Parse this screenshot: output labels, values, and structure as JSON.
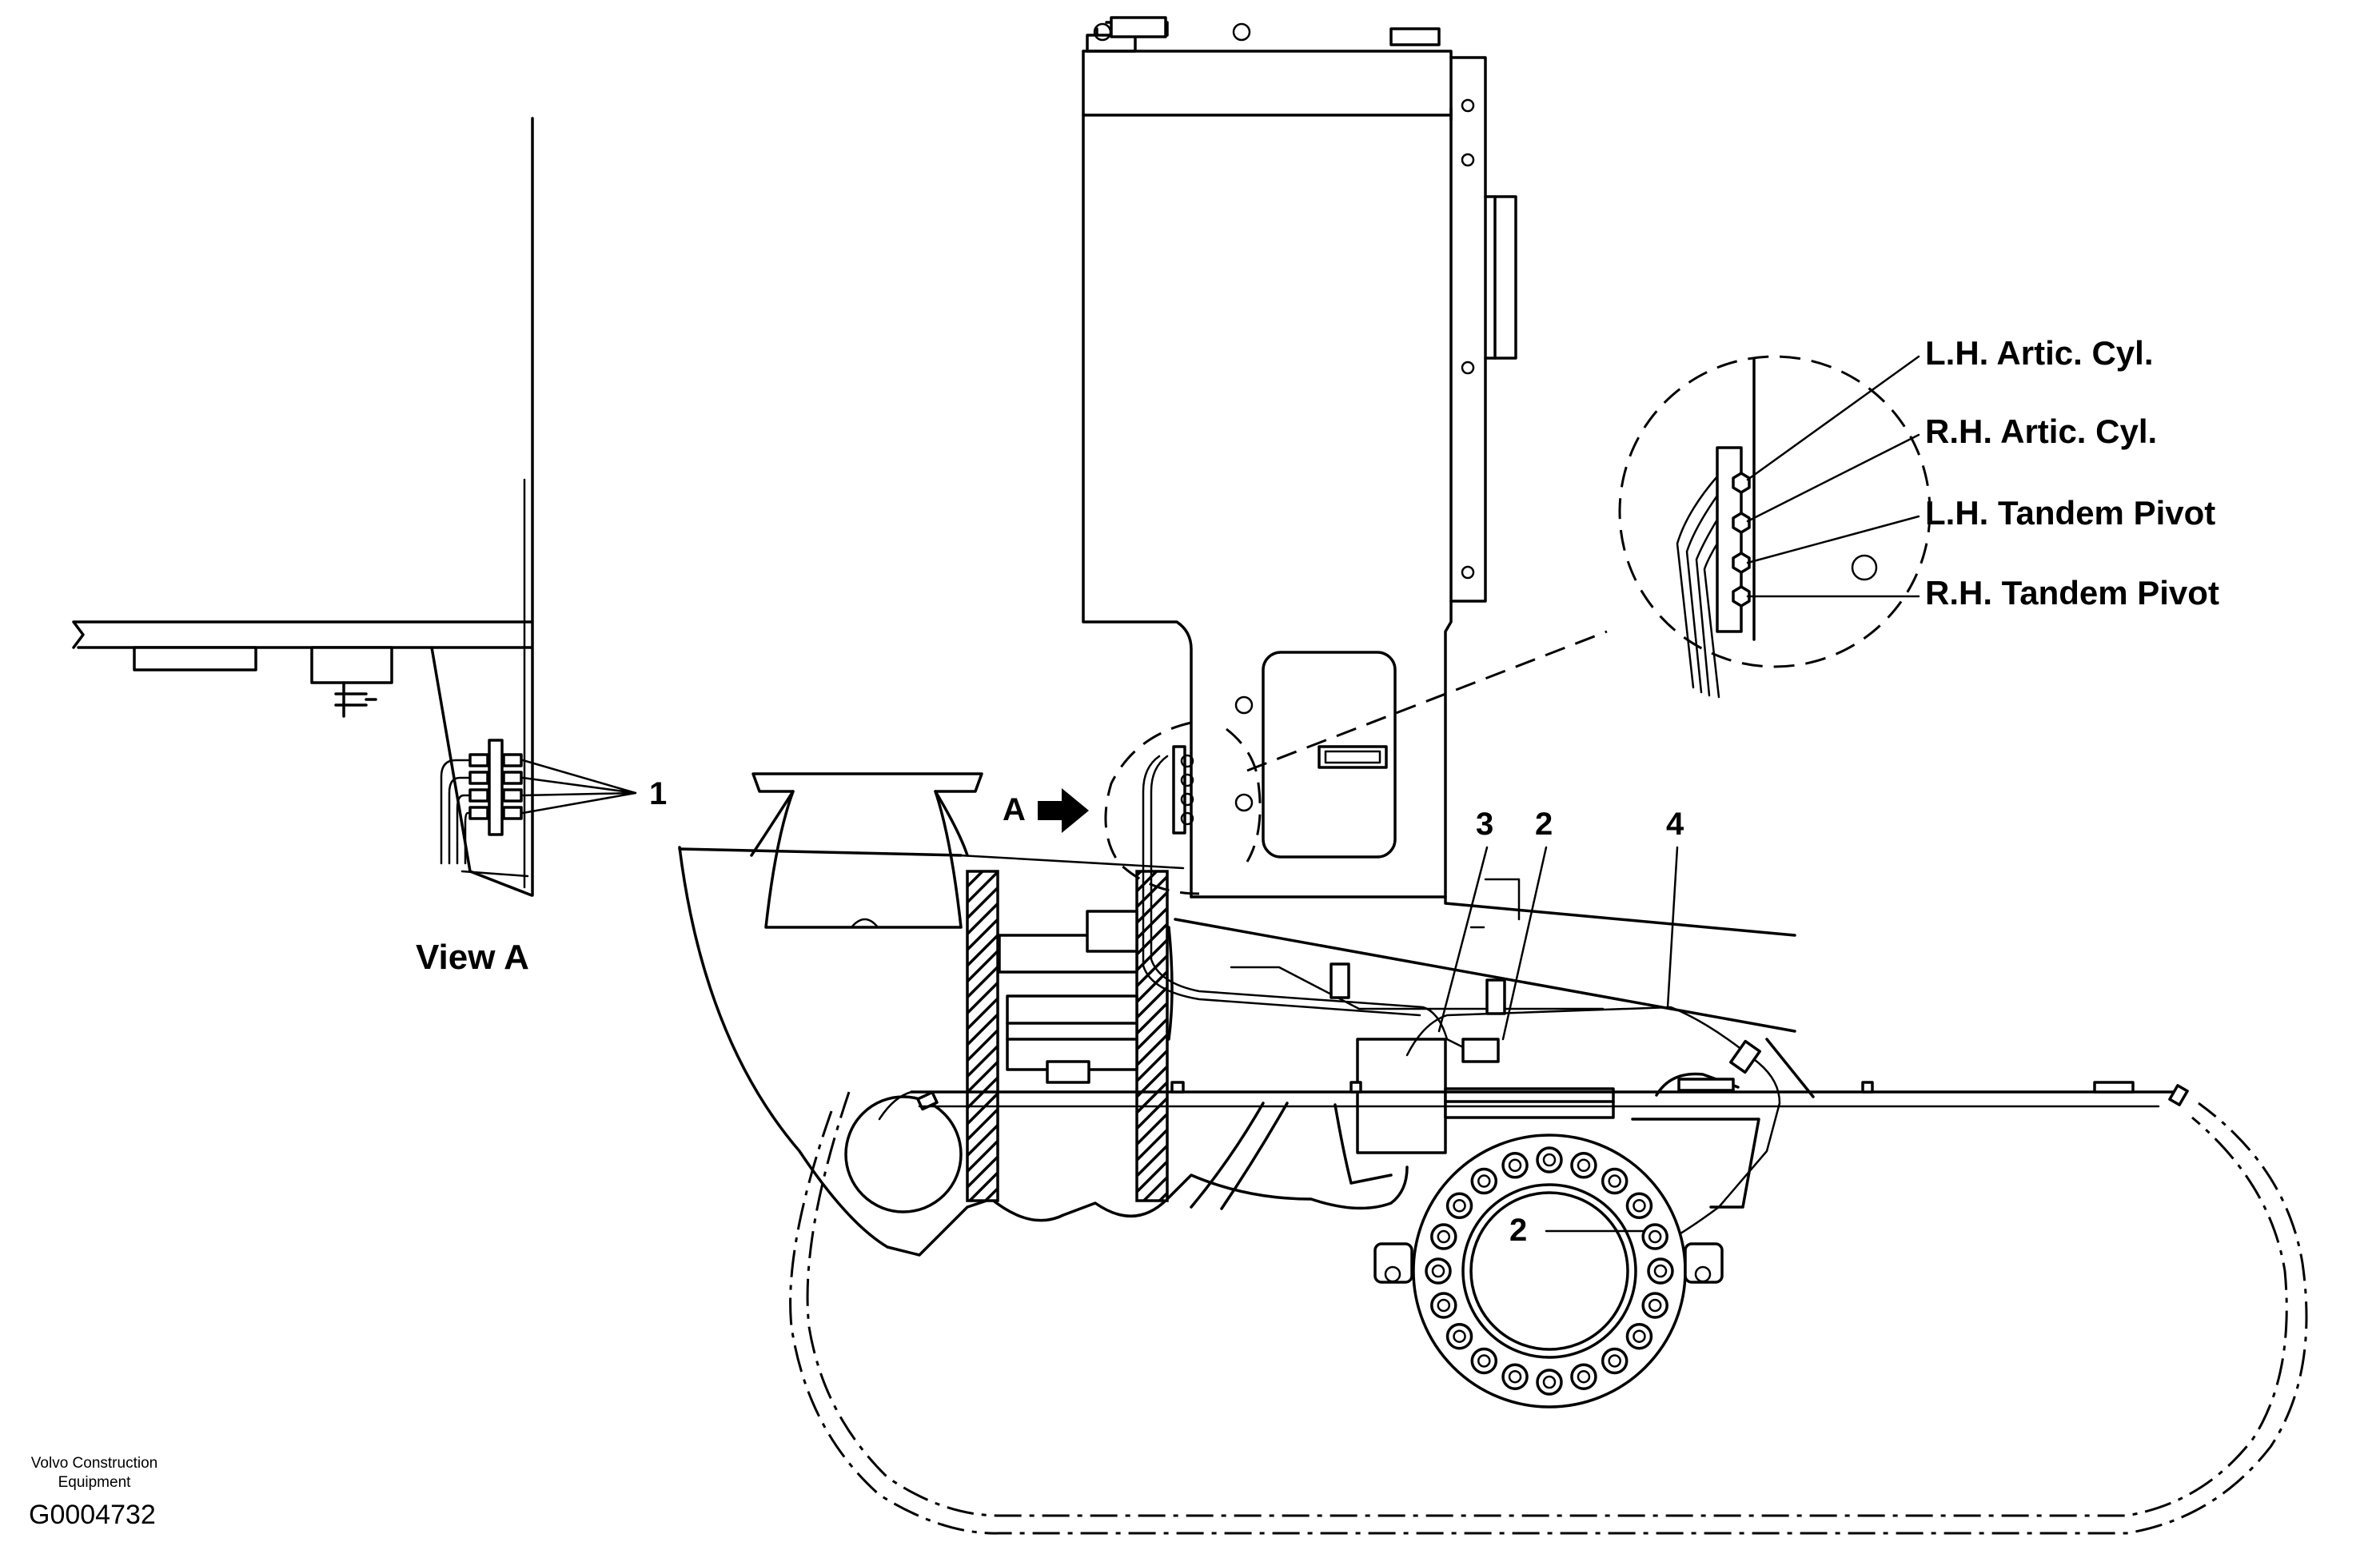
{
  "view_a": {
    "callout_number": "1",
    "caption": "View A"
  },
  "main_view": {
    "view_marker": "A",
    "numbers": [
      "3",
      "2",
      "4",
      "2"
    ]
  },
  "detail": {
    "labels": [
      "L.H. Artic. Cyl.",
      "R.H. Artic. Cyl.",
      "L.H. Tandem Pivot",
      "R.H. Tandem Pivot"
    ]
  },
  "footer": {
    "credit_line1": "Volvo Construction",
    "credit_line2": "Equipment",
    "figure_id": "G0004732"
  }
}
